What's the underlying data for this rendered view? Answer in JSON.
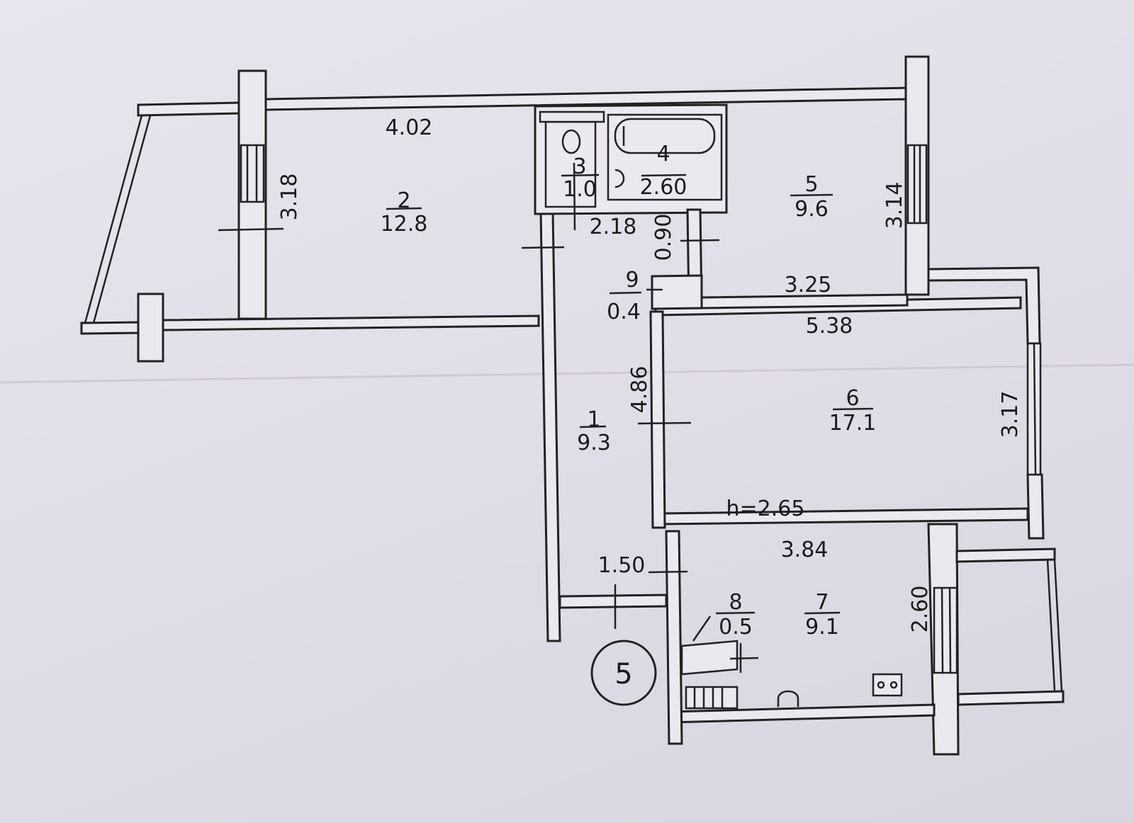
{
  "diagram": {
    "rooms": [
      {
        "id": "1",
        "area": "9.3"
      },
      {
        "id": "2",
        "area": "12.8"
      },
      {
        "id": "3",
        "area": "1.0"
      },
      {
        "id": "4",
        "area": "2.60"
      },
      {
        "id": "5",
        "area": "9.6"
      },
      {
        "id": "6",
        "area": "17.1"
      },
      {
        "id": "7",
        "area": "9.1"
      },
      {
        "id": "8",
        "area": "0.5"
      },
      {
        "id": "9",
        "area": "0.4"
      }
    ],
    "dimensions": [
      "4.02",
      "3.18",
      "2.18",
      "0.90",
      "3.14",
      "3.25",
      "5.38",
      "4.86",
      "3.17",
      "3.84",
      "1.50",
      "2.60"
    ],
    "ceiling_height": "h=2.65",
    "apartment_number": "5"
  }
}
